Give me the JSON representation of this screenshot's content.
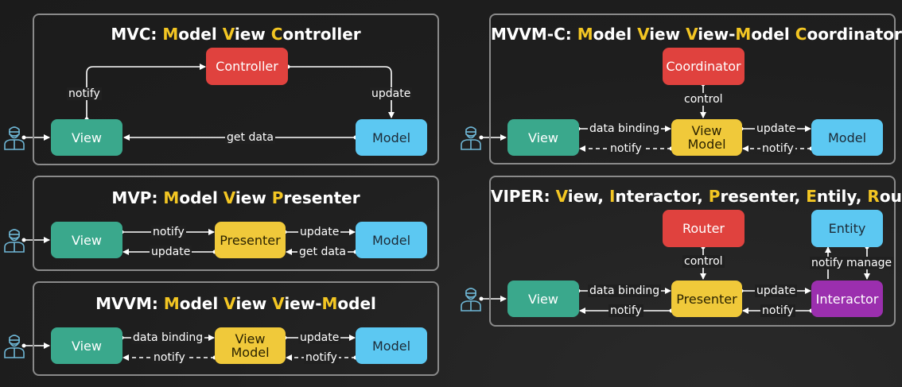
{
  "mvc": {
    "title_parts": [
      "MVC: ",
      "M",
      "odel ",
      "V",
      "iew ",
      "C",
      "ontroller"
    ],
    "controller": "Controller",
    "view": "View",
    "model": "Model",
    "notify": "notify",
    "update": "update",
    "get_data": "get data"
  },
  "mvp": {
    "title_parts": [
      "MVP: ",
      "M",
      "odel ",
      "V",
      "iew ",
      "P",
      "resenter"
    ],
    "view": "View",
    "presenter": "Presenter",
    "model": "Model",
    "notify": "notify",
    "update_left": "update",
    "update_right": "update",
    "get_data": "get data"
  },
  "mvvm": {
    "title_parts": [
      "MVVM: ",
      "M",
      "odel ",
      "V",
      "iew ",
      "V",
      "iew-",
      "M",
      "odel"
    ],
    "view": "View",
    "view_model": "View Model",
    "model": "Model",
    "data_binding": "data binding",
    "notify_left": "notify",
    "update": "update",
    "notify_right": "notify"
  },
  "mvvmc": {
    "title_parts": [
      "MVVM-C: ",
      "M",
      "odel ",
      "V",
      "iew ",
      "V",
      "iew-",
      "M",
      "odel ",
      "C",
      "oordinator"
    ],
    "coordinator": "Coordinator",
    "control": "control",
    "view": "View",
    "view_model": "View Model",
    "model": "Model",
    "data_binding": "data binding",
    "notify_left": "notify",
    "update": "update",
    "notify_right": "notify"
  },
  "viper": {
    "title_parts": [
      "VIPER: ",
      "V",
      "iew, ",
      "I",
      "nteractor, ",
      "P",
      "resenter, ",
      "E",
      "ntily, ",
      "R",
      "outer"
    ],
    "router": "Router",
    "entity": "Entity",
    "control": "control",
    "notify_manage_left": "notify",
    "notify_manage_right": "manage",
    "view": "View",
    "presenter": "Presenter",
    "interactor": "Interactor",
    "data_binding": "data binding",
    "notify_left": "notify",
    "update": "update",
    "notify_right": "notify"
  },
  "colors": {
    "highlight": "#f3c623",
    "view_green": "#3aa88c",
    "controller_red": "#e0423e",
    "model_blue": "#5cc8f2",
    "presenter_yellow": "#f0c93a",
    "interactor_purple": "#9b2fae"
  },
  "icons": {
    "user": "user-icon"
  }
}
